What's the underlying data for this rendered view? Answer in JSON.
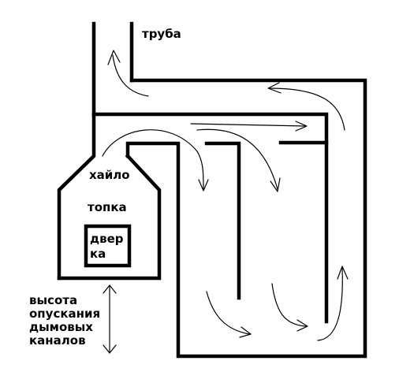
{
  "labels": {
    "pipe": "труба",
    "mouth": "хайло",
    "firebox": "топка",
    "door_line1": "двер",
    "door_line2": "ка",
    "height_line1": "высота",
    "height_line2": "опускания",
    "height_line3": "дымовых",
    "height_line4": "каналов"
  },
  "colors": {
    "ink": "#000000",
    "background": "#ffffff"
  }
}
